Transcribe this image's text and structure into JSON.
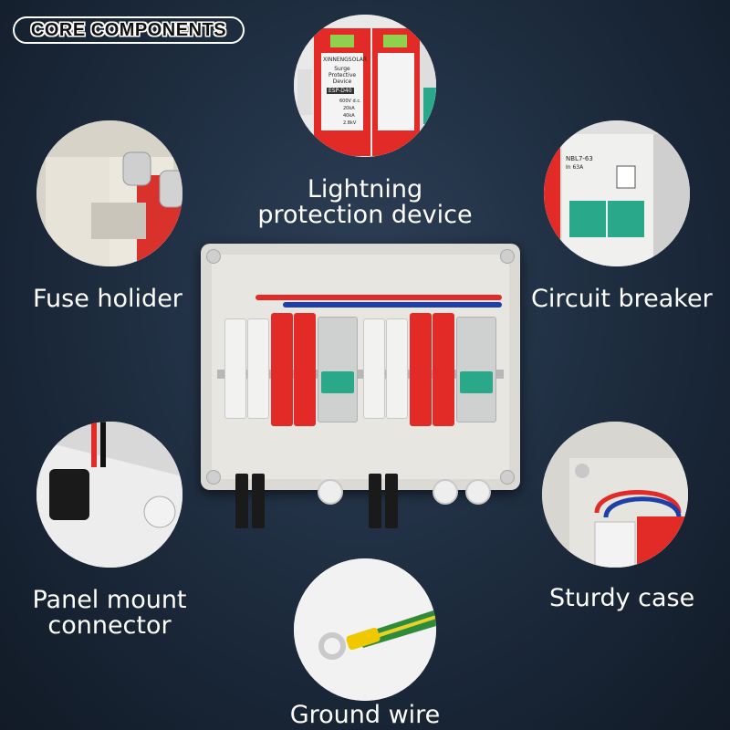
{
  "badge": {
    "text": "CORE COMPONENTS"
  },
  "labels": {
    "lightning": "Lightning\nprotection device",
    "fuse": "Fuse holider",
    "breaker": "Circuit breaker",
    "panel": "Panel mount\nconnector",
    "sturdy": "Sturdy case",
    "ground": "Ground wire"
  },
  "spd": {
    "brand": "XINNENGSOLAR",
    "title": "Surge Protective Device",
    "model": "ESP-D40",
    "ucpv": "600V d.c.",
    "in": "20kA",
    "imax": "40kA",
    "up": "2.8kV"
  },
  "breaker_text": {
    "model": "NBL7-63",
    "rating": "In 63A"
  },
  "colors": {
    "accent_red": "#e22a27",
    "breaker_green": "#2aa98a",
    "background": "#1c2a3c"
  }
}
